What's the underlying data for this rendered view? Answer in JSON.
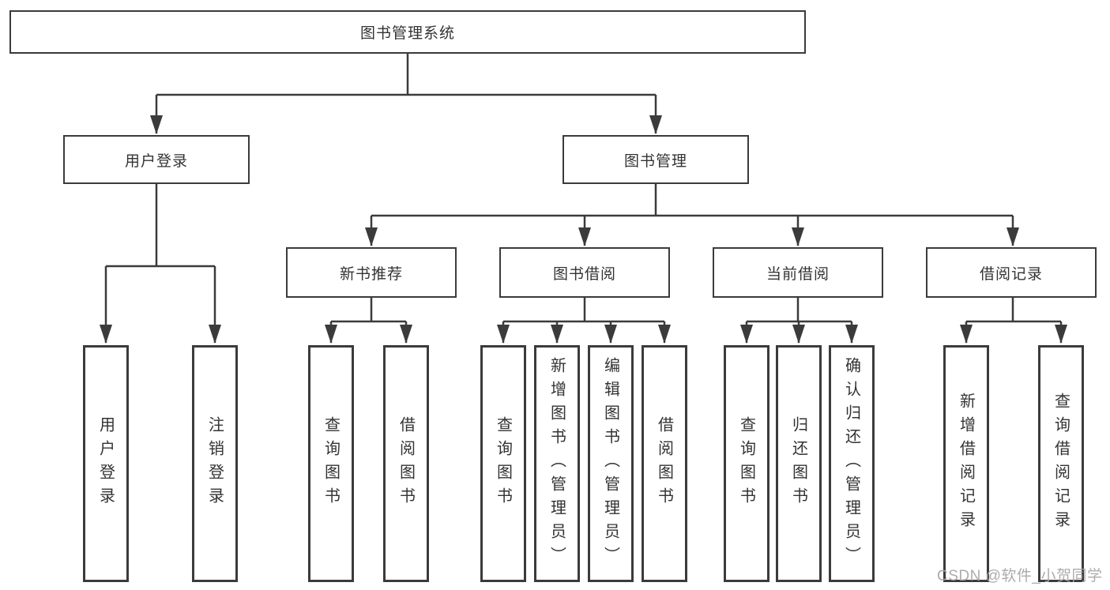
{
  "diagram": {
    "root": {
      "label": "图书管理系统"
    },
    "level1": [
      {
        "id": "user-login",
        "label": "用户登录"
      },
      {
        "id": "book-management",
        "label": "图书管理"
      }
    ],
    "level2": [
      {
        "id": "new-book-recommend",
        "parent": "book-management",
        "label": "新书推荐"
      },
      {
        "id": "book-borrow",
        "parent": "book-management",
        "label": "图书借阅"
      },
      {
        "id": "current-borrow",
        "parent": "book-management",
        "label": "当前借阅"
      },
      {
        "id": "borrow-records",
        "parent": "book-management",
        "label": "借阅记录"
      }
    ],
    "level3": [
      {
        "parent": "user-login",
        "label": "用户登录"
      },
      {
        "parent": "user-login",
        "label": "注销登录"
      },
      {
        "parent": "new-book-recommend",
        "label": "查询图书"
      },
      {
        "parent": "new-book-recommend",
        "label": "借阅图书"
      },
      {
        "parent": "book-borrow",
        "label": "查询图书"
      },
      {
        "parent": "book-borrow",
        "label": "新增图书（管理员）"
      },
      {
        "parent": "book-borrow",
        "label": "编辑图书（管理员）"
      },
      {
        "parent": "book-borrow",
        "label": "借阅图书"
      },
      {
        "parent": "current-borrow",
        "label": "查询图书"
      },
      {
        "parent": "current-borrow",
        "label": "归还图书"
      },
      {
        "parent": "current-borrow",
        "label": "确认归还（管理员）"
      },
      {
        "parent": "borrow-records",
        "label": "新增借阅记录"
      },
      {
        "parent": "borrow-records",
        "label": "查询借阅记录"
      }
    ],
    "watermark": "CSDN @软件_小贺同学",
    "colors": {
      "line": "#3b3b3b",
      "box_border": "#3b3b3b",
      "text": "#333333",
      "background": "#ffffff",
      "watermark": "#a8a8a8"
    }
  }
}
